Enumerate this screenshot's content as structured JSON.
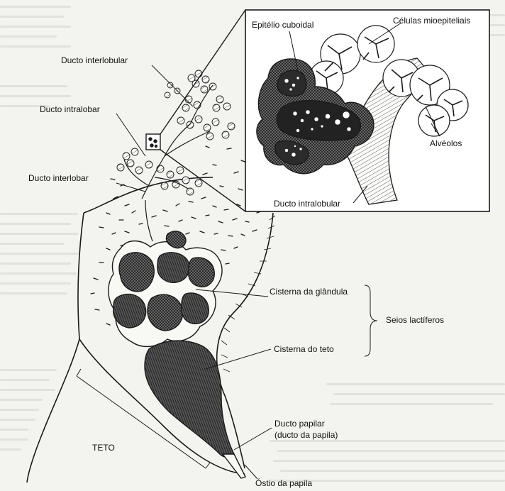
{
  "labels": {
    "ducto_interlobular": "Ducto interlobular",
    "ducto_intralobar": "Ducto intralobar",
    "ducto_interlobar": "Ducto interlobar",
    "epitelio_cuboidal": "Epitélio cuboidal",
    "celulas_mioepiteliais": "Células mioepiteliais",
    "alveolos": "Alvéolos",
    "ducto_intralobular": "Ducto intralobular",
    "cisterna_glandula": "Cisterna da glândula",
    "seios_lactiferos": "Seios lactíferos",
    "cisterna_teto": "Cisterna do teto",
    "teto": "TETO",
    "ducto_papilar_1": "Ducto papilar",
    "ducto_papilar_2": "(ducto da papila)",
    "ostio_papila": "Óstio da papila"
  },
  "colors": {
    "ink": "#1a1a1a",
    "paper": "#f3f3ef",
    "shade_dark": "#2b2b2b",
    "shade_mid": "#6b6b6b"
  }
}
